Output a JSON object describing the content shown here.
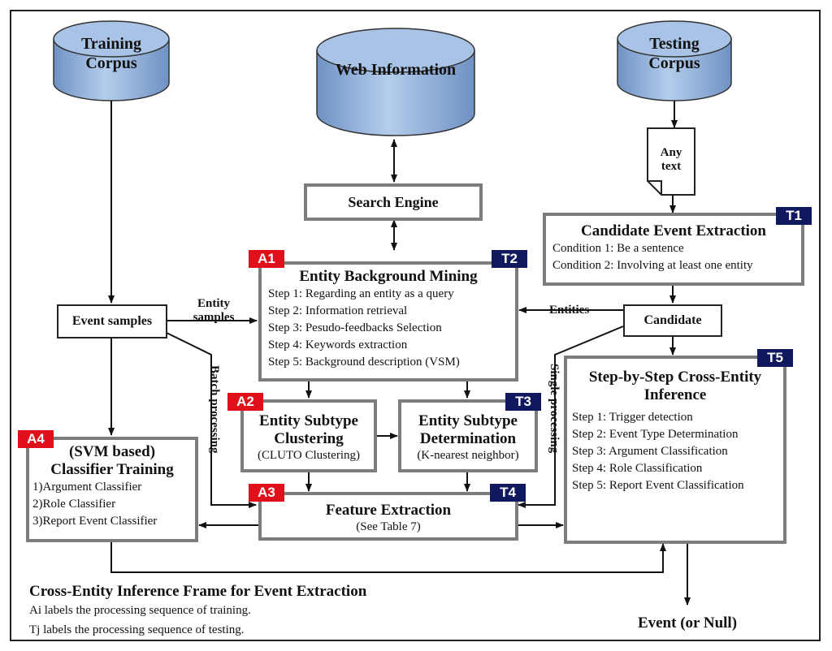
{
  "corpora": {
    "training": "Training\nCorpus",
    "web": "Web Information",
    "testing": "Testing\nCorpus"
  },
  "document": "Any\ntext",
  "search_engine": "Search Engine",
  "candidate_extraction": {
    "title": "Candidate Event Extraction",
    "tag": "T1",
    "conditions": [
      "Condition 1: Be a sentence",
      "Condition 2: Involving at least one entity"
    ]
  },
  "background_mining": {
    "title": "Entity Background Mining",
    "tag_a": "A1",
    "tag_t": "T2",
    "steps": [
      "Step 1: Regarding an entity as a query",
      "Step 2: Information retrieval",
      "Step 3: Pesudo-feedbacks Selection",
      "Step 4: Keywords extraction",
      "Step 5: Background description (VSM)"
    ]
  },
  "event_samples": "Event samples",
  "candidate": "Candidate",
  "subtype_clustering": {
    "title": "Entity Subtype\nClustering",
    "sub": "(CLUTO Clustering)",
    "tag": "A2"
  },
  "subtype_determination": {
    "title": "Entity Subtype\nDetermination",
    "sub": "(K-nearest neighbor)",
    "tag": "T3"
  },
  "classifier_training": {
    "title": "(SVM based)\nClassifier Training",
    "tag": "A4",
    "items": [
      "1)Argument Classifier",
      "2)Role Classifier",
      "3)Report Event Classifier"
    ]
  },
  "feature_extraction": {
    "title": "Feature Extraction",
    "sub": "(See Table 7)",
    "tag_a": "A3",
    "tag_t": "T4"
  },
  "cross_entity": {
    "title": "Step-by-Step Cross-Entity\nInference",
    "tag": "T5",
    "steps": [
      "Step 1: Trigger detection",
      "Step 2: Event Type Determination",
      "Step 3: Argument Classification",
      "Step 4: Role Classification",
      "Step 5: Report Event Classification"
    ]
  },
  "edge_labels": {
    "entity_samples": "Entity\nsamples",
    "entities": "Entities",
    "batch_processing": "Batch processing",
    "single_processing": "Single processing"
  },
  "output": "Event (or Null)",
  "caption": {
    "title": "Cross-Entity Inference Frame for Event Extraction",
    "line1": "Ai labels the processing sequence of training.",
    "line2": "Tj labels the processing sequence of testing."
  },
  "colors": {
    "training_tag": "#e0101a",
    "testing_tag": "#11195e",
    "cylinder": "#9db9df",
    "box_border": "#7d7d7d"
  }
}
